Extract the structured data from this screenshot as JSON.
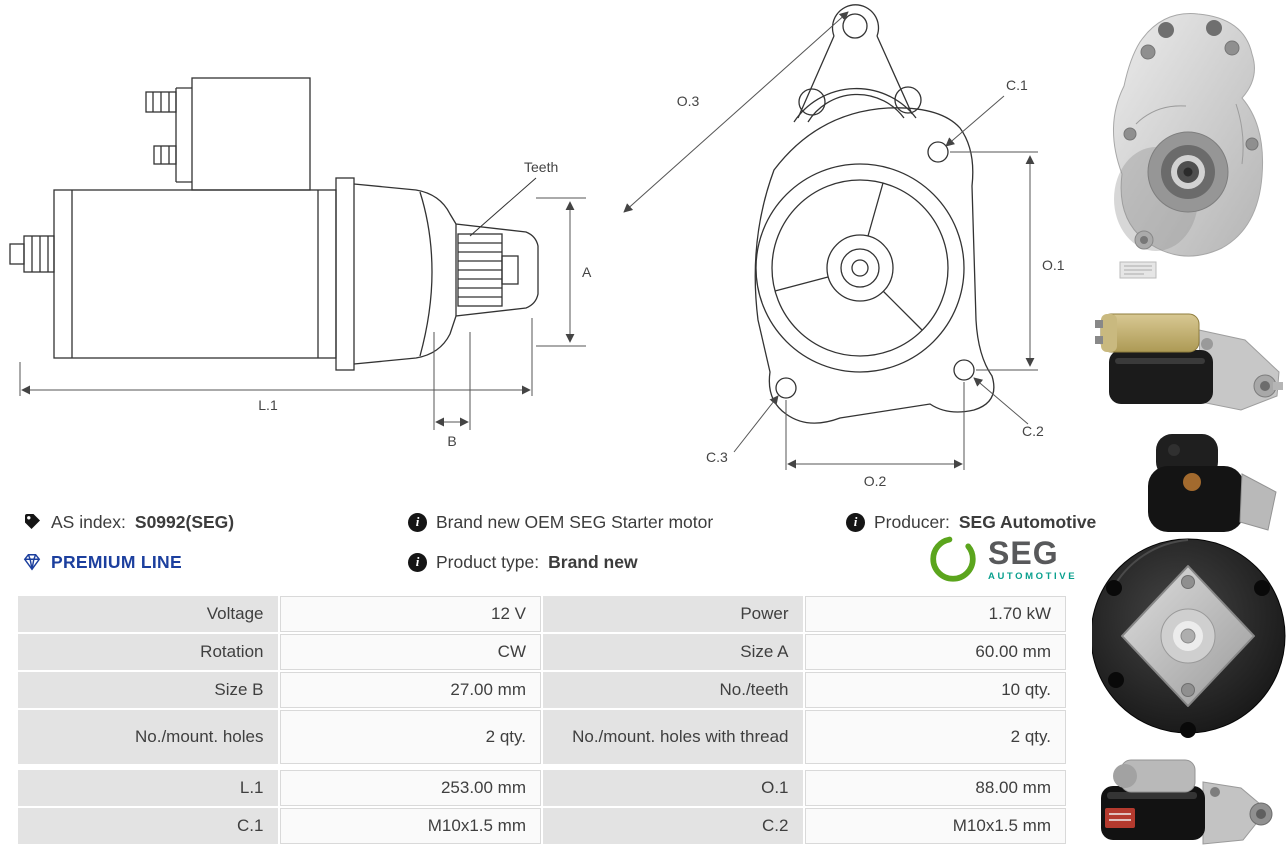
{
  "header": {
    "as_index_label": "AS index:",
    "as_index_value": "S0992(SEG)",
    "premium_line": "PREMIUM LINE",
    "description": "Brand new OEM SEG Starter motor",
    "product_type_label": "Product type:",
    "product_type_value": "Brand new",
    "producer_label": "Producer:",
    "producer_value": "SEG Automotive"
  },
  "brand": {
    "name": "SEG",
    "sub": "AUTOMOTIVE"
  },
  "icons": {
    "tag_icon": "tag",
    "info_icon_glyph": "i",
    "premium_icon": "diamond"
  },
  "diagram_labels": {
    "side": {
      "teeth": "Teeth",
      "a": "A",
      "b": "B",
      "l1": "L.1"
    },
    "front": {
      "o1": "O.1",
      "o2": "O.2",
      "o3": "O.3",
      "c1": "C.1",
      "c2": "C.2",
      "c3": "C.3"
    }
  },
  "colors": {
    "premium_blue": "#1c3f9e",
    "seg_green": "#5ba51d",
    "seg_teal": "#0aa08e",
    "table_label_bg": "#e3e3e3",
    "table_value_bg": "#fafafa"
  },
  "spec_table": {
    "rows": [
      {
        "c0": "Voltage",
        "c1": "12 V",
        "c2": "Power",
        "c3": "1.70 kW"
      },
      {
        "c0": "Rotation",
        "c1": "CW",
        "c2": "Size A",
        "c3": "60.00 mm"
      },
      {
        "c0": "Size B",
        "c1": "27.00 mm",
        "c2": "No./teeth",
        "c3": "10 qty."
      },
      {
        "c0": "No./mount. holes",
        "c1": "2 qty.",
        "c2": "No./mount. holes with thread",
        "c3": "2 qty."
      },
      {
        "c0": "L.1",
        "c1": "253.00 mm",
        "c2": "O.1",
        "c3": "88.00 mm"
      },
      {
        "c0": "C.1",
        "c1": "M10x1.5 mm",
        "c2": "C.2",
        "c3": "M10x1.5 mm"
      }
    ]
  }
}
